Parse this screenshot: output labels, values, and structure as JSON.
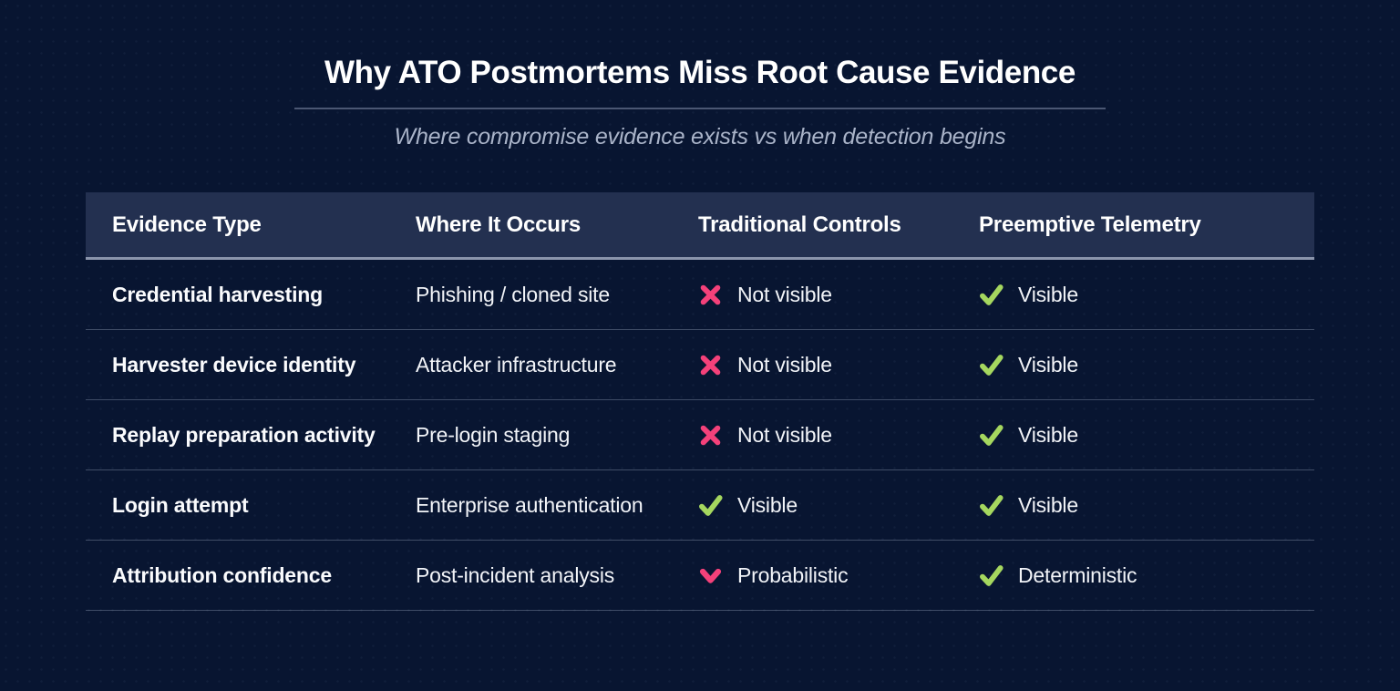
{
  "header": {
    "title": "Why ATO Postmortems Miss Root Cause Evidence",
    "subtitle": "Where compromise evidence exists vs when detection begins"
  },
  "colors": {
    "background": "#081531",
    "header_row_background": "#233050",
    "negative": "#f4417a",
    "positive": "#a5d75f",
    "divider": "#4b5773",
    "subtitle_text": "#aab4c9"
  },
  "chart_data": {
    "type": "table",
    "title": "Why ATO Postmortems Miss Root Cause Evidence",
    "subtitle": "Where compromise evidence exists vs when detection begins",
    "columns": [
      "Evidence Type",
      "Where It Occurs",
      "Traditional Controls",
      "Preemptive Telemetry"
    ],
    "rows": [
      {
        "evidence_type": "Credential harvesting",
        "where_it_occurs": "Phishing / cloned site",
        "traditional_controls": {
          "icon": "x-mark",
          "status": "negative",
          "label": "Not visible"
        },
        "preemptive_telemetry": {
          "icon": "checkmark",
          "status": "positive",
          "label": "Visible"
        }
      },
      {
        "evidence_type": "Harvester device identity",
        "where_it_occurs": "Attacker infrastructure",
        "traditional_controls": {
          "icon": "x-mark",
          "status": "negative",
          "label": "Not visible"
        },
        "preemptive_telemetry": {
          "icon": "checkmark",
          "status": "positive",
          "label": "Visible"
        }
      },
      {
        "evidence_type": "Replay preparation activity",
        "where_it_occurs": "Pre-login staging",
        "traditional_controls": {
          "icon": "x-mark",
          "status": "negative",
          "label": "Not visible"
        },
        "preemptive_telemetry": {
          "icon": "checkmark",
          "status": "positive",
          "label": "Visible"
        }
      },
      {
        "evidence_type": "Login attempt",
        "where_it_occurs": "Enterprise authentication",
        "traditional_controls": {
          "icon": "checkmark",
          "status": "positive",
          "label": "Visible"
        },
        "preemptive_telemetry": {
          "icon": "checkmark",
          "status": "positive",
          "label": "Visible"
        }
      },
      {
        "evidence_type": "Attribution confidence",
        "where_it_occurs": "Post-incident analysis",
        "traditional_controls": {
          "icon": "chevron-down",
          "status": "negative",
          "label": "Probabilistic"
        },
        "preemptive_telemetry": {
          "icon": "checkmark",
          "status": "positive",
          "label": "Deterministic"
        }
      }
    ]
  }
}
